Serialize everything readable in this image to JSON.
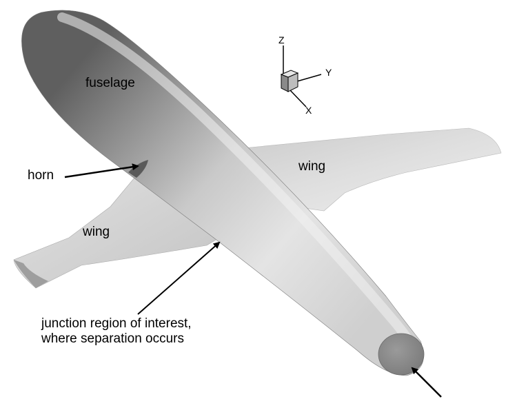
{
  "labels": {
    "fuselage": "fuselage",
    "wing_right": "wing",
    "wing_left": "wing",
    "horn": "horn",
    "junction_line1": "junction region of interest,",
    "junction_line2": "where separation occurs"
  },
  "axes": {
    "z": "Z",
    "y": "Y",
    "x": "X"
  },
  "colors": {
    "fuselage_dark": "#6e6e6e",
    "fuselage_mid": "#bcbcbc",
    "fuselage_light": "#e6e6e6",
    "wing": "#d9d9d9",
    "nose_cap": "#8c8c8c",
    "arrow": "#000000"
  }
}
